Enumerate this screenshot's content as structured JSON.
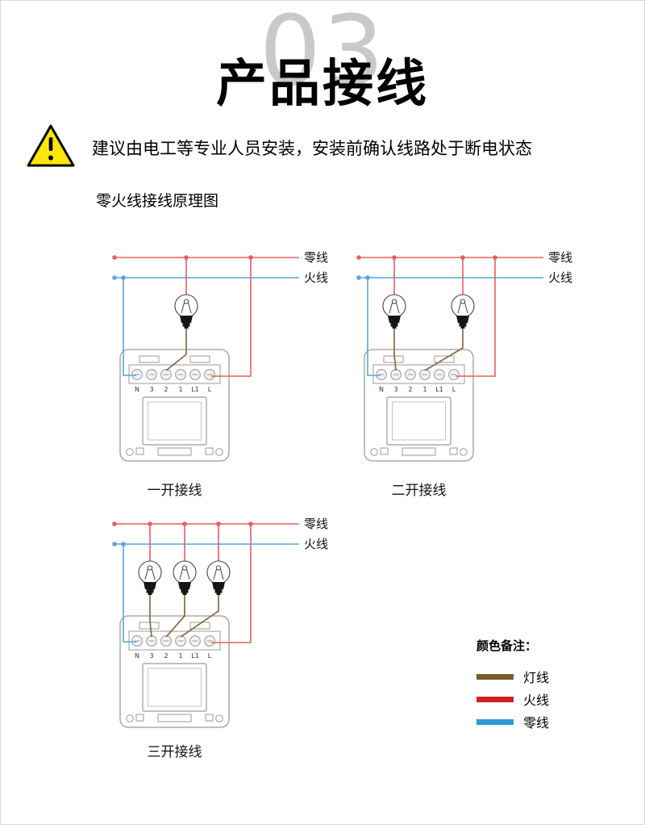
{
  "page": {
    "bg_number": "03",
    "title": "产品接线",
    "warning_text": "建议由电工等专业人员安装，安装前确认线路处于断电状态",
    "section_title": "零火线接线原理图"
  },
  "wire_labels": {
    "neutral": "零线",
    "live": "火线"
  },
  "terminal_labels": [
    "N",
    "3",
    "2",
    "1",
    "L1",
    "L"
  ],
  "diagrams": [
    {
      "caption": "一开接线",
      "gangs": 1
    },
    {
      "caption": "二开接线",
      "gangs": 2
    },
    {
      "caption": "三开接线",
      "gangs": 3
    }
  ],
  "legend": {
    "title": "颜色备注：",
    "items": [
      {
        "label": "灯线",
        "color": "#7a5c30"
      },
      {
        "label": "火线",
        "color": "#cf2128"
      },
      {
        "label": "零线",
        "color": "#2e9ad6"
      }
    ]
  },
  "colors": {
    "diagram_red": "#e06060",
    "diagram_blue": "#58a7d8",
    "diagram_brown": "#8a6a42",
    "panel_outline": "#9a9a9a"
  }
}
